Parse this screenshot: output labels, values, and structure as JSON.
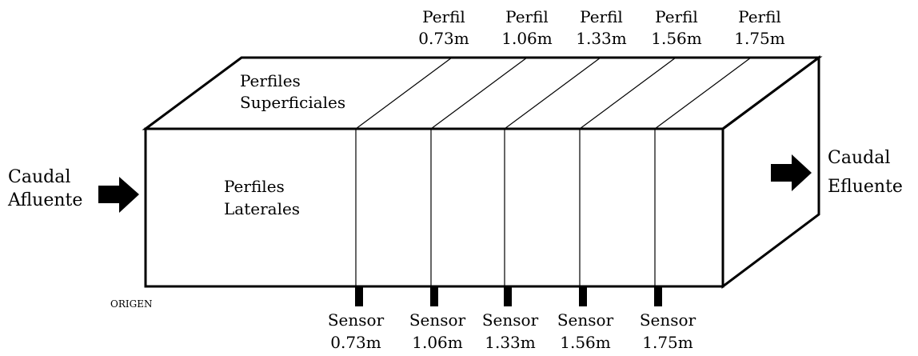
{
  "inflow": {
    "line1": "Caudal",
    "line2": "Afluente"
  },
  "outflow": {
    "line1": "Caudal",
    "line2": "Efluente"
  },
  "top_section": {
    "line1": "Perfiles",
    "line2": "Superficiales"
  },
  "side_section": {
    "line1": "Perfiles",
    "line2": "Laterales"
  },
  "origin_label": "ORIGEN",
  "profiles": [
    {
      "title": "Perfil",
      "distance": "0.73m"
    },
    {
      "title": "Perfil",
      "distance": "1.06m"
    },
    {
      "title": "Perfil",
      "distance": "1.33m"
    },
    {
      "title": "Perfil",
      "distance": "1.56m"
    },
    {
      "title": "Perfil",
      "distance": "1.75m"
    }
  ],
  "sensors": [
    {
      "title": "Sensor",
      "distance": "0.73m"
    },
    {
      "title": "Sensor",
      "distance": "1.06m"
    },
    {
      "title": "Sensor",
      "distance": "1.33m"
    },
    {
      "title": "Sensor",
      "distance": "1.56m"
    },
    {
      "title": "Sensor",
      "distance": "1.75m"
    }
  ],
  "colors": {
    "stroke": "#000000",
    "background": "#ffffff"
  }
}
